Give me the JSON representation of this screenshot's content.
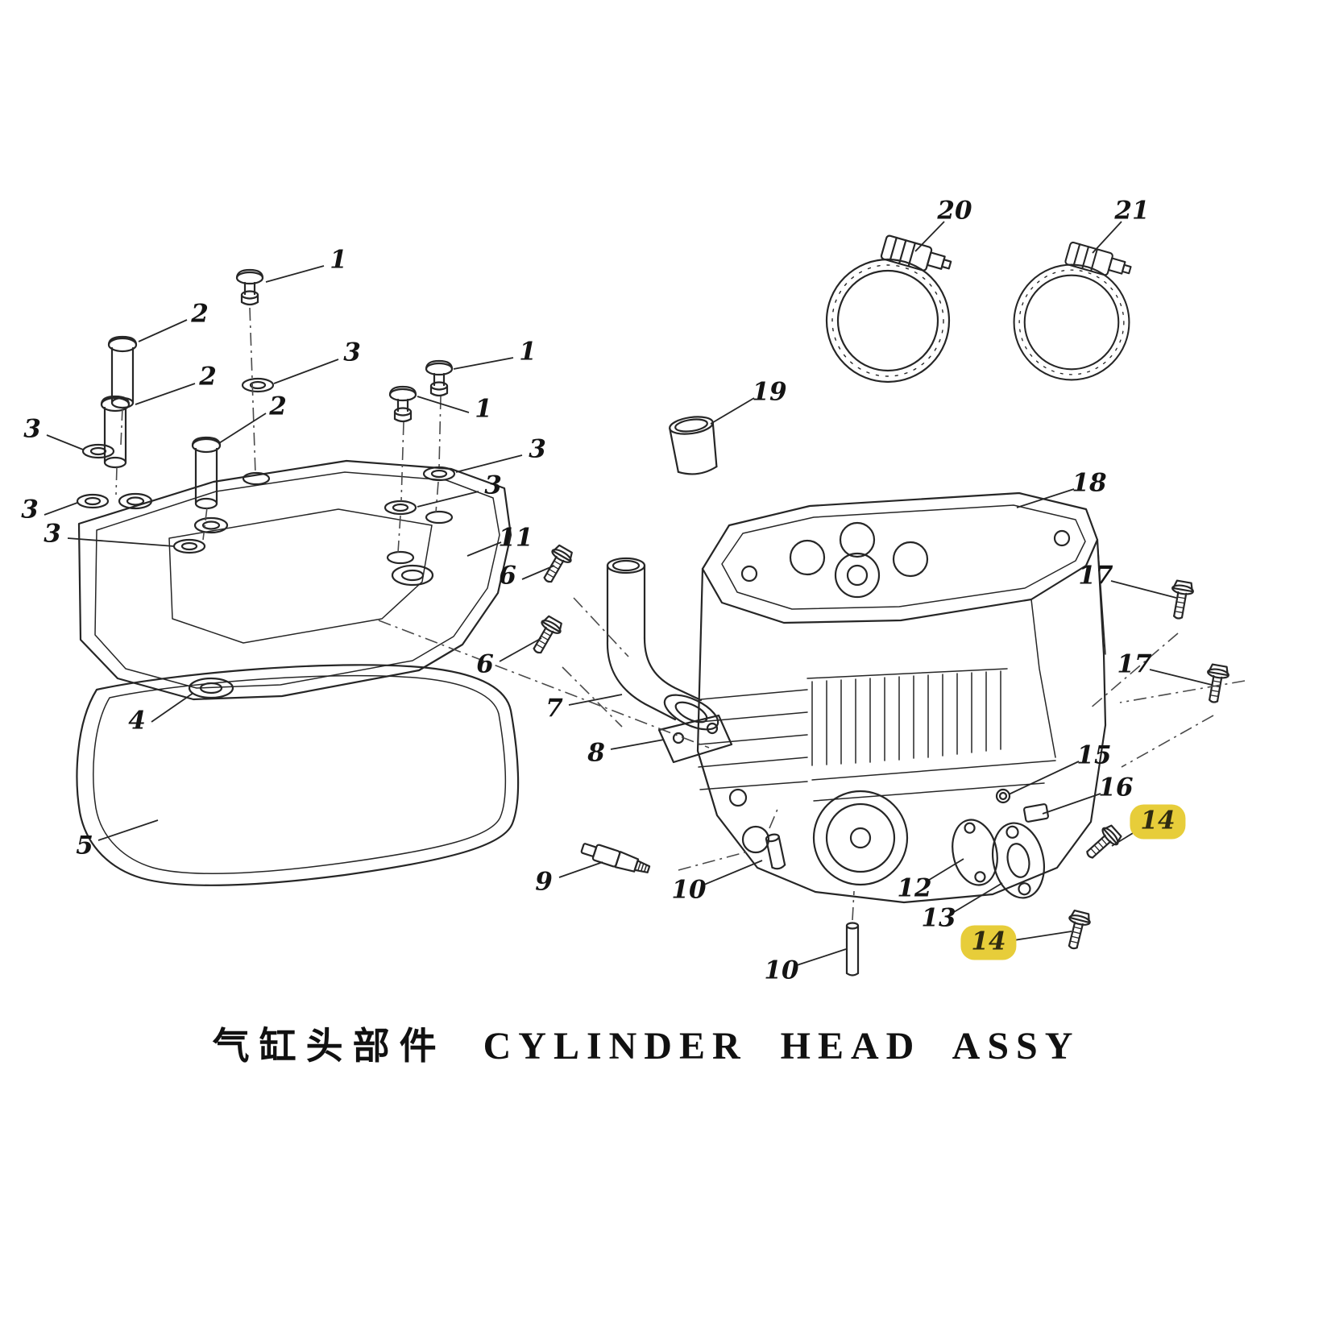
{
  "title": {
    "chinese": "气缸头部件",
    "english": "CYLINDER HEAD ASSY"
  },
  "colors": {
    "line": "#262626",
    "highlight_bg": "#e7cd3a",
    "background": "#ffffff"
  },
  "callouts": [
    {
      "label": "1"
    },
    {
      "label": "2"
    },
    {
      "label": "3"
    },
    {
      "label": "1"
    },
    {
      "label": "2"
    },
    {
      "label": "2"
    },
    {
      "label": "3"
    },
    {
      "label": "1"
    },
    {
      "label": "3"
    },
    {
      "label": "3"
    },
    {
      "label": "3"
    },
    {
      "label": "3"
    },
    {
      "label": "11"
    },
    {
      "label": "4"
    },
    {
      "label": "5"
    },
    {
      "label": "6"
    },
    {
      "label": "6"
    },
    {
      "label": "7"
    },
    {
      "label": "8"
    },
    {
      "label": "9"
    },
    {
      "label": "10"
    },
    {
      "label": "10"
    },
    {
      "label": "12"
    },
    {
      "label": "13"
    },
    {
      "label": "14",
      "highlighted": true
    },
    {
      "label": "14",
      "highlighted": true
    },
    {
      "label": "15"
    },
    {
      "label": "16"
    },
    {
      "label": "17"
    },
    {
      "label": "17"
    },
    {
      "label": "18"
    },
    {
      "label": "19"
    },
    {
      "label": "20"
    },
    {
      "label": "21"
    }
  ]
}
